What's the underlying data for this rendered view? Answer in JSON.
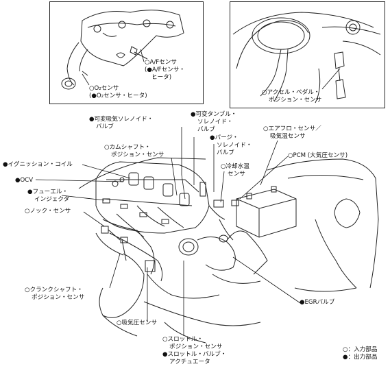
{
  "inset_left": {
    "af_sensor": {
      "line1": "○A/Fセンサ",
      "line2": "(●A/Fセンサ・",
      "line3": "ヒータ)"
    },
    "o2_sensor": {
      "line1": "○O₂センサ",
      "line2": "(●O₂センサ・ヒータ)"
    }
  },
  "inset_right": {
    "accel": {
      "line1": "○アクセル・ペダル・",
      "line2": "ポジション・センサ"
    }
  },
  "labels": {
    "vvt_solenoid": {
      "line1": "●可変吸気ソレノイド・",
      "line2": "バルブ"
    },
    "var_tumble": {
      "line1": "●可変タンブル・",
      "line2": "ソレノイド・",
      "line3": "バルブ"
    },
    "airflow": {
      "line1": "○エアフロ・センサ／",
      "line2": "吸気温センサ"
    },
    "camshaft": {
      "line1": "○カムシャフト・",
      "line2": "ポジション・センサ"
    },
    "purge": {
      "line1": "●パージ・",
      "line2": "ソレノイド・",
      "line3": "バルブ"
    },
    "pcm": {
      "line1": "○PCM (大気圧センサ)"
    },
    "ignition": {
      "line1": "●イグニッション・コイル"
    },
    "coolant": {
      "line1": "○冷却水温",
      "line2": "センサ"
    },
    "ocv": {
      "line1": "●OCV"
    },
    "fuel_inj": {
      "line1": "●フューエル・",
      "line2": "インジェクタ"
    },
    "knock": {
      "line1": "○ノック・センサ"
    },
    "crank": {
      "line1": "○クランクシャフト・",
      "line2": "ポジション・センサ"
    },
    "map": {
      "line1": "○吸気圧センサ"
    },
    "egr": {
      "line1": "●EGRバルブ"
    },
    "throttle": {
      "line1": "○スロットル・",
      "line2": "ポジション・センサ",
      "line3": "●スロットル・バルブ・",
      "line4": "アクチュエータ"
    }
  },
  "legend": {
    "input": "○：入力部品",
    "output": "●：出力部品"
  }
}
